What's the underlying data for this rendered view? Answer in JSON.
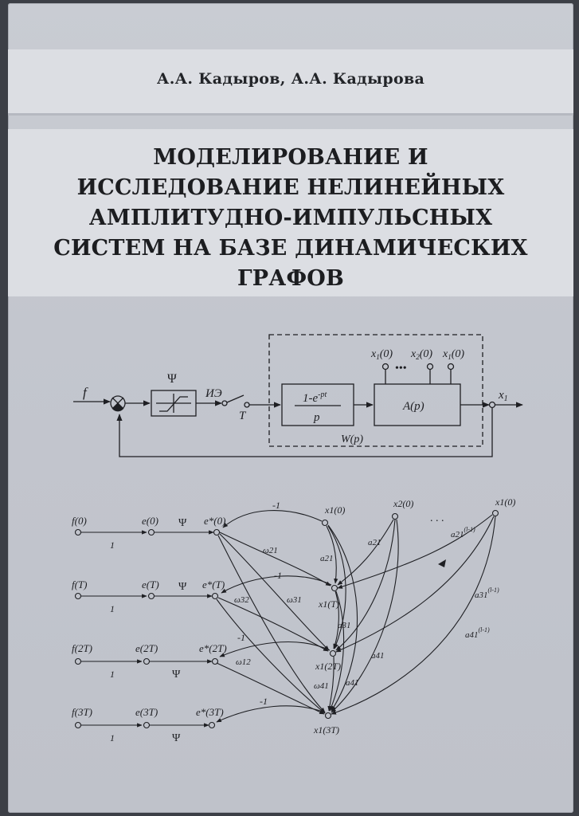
{
  "cover": {
    "authors": "А.А. Кадыров, А.А. Кадырова",
    "title_lines": [
      "МОДЕЛИРОВАНИЕ И",
      "ИССЛЕДОВАНИЕ НЕЛИНЕЙНЫХ",
      "АМПЛИТУДНО-ИМПУЛЬСНЫХ",
      "СИСТЕМ НА БАЗЕ ДИНАМИЧЕСКИХ",
      "ГРАФОВ"
    ]
  },
  "block_diagram": {
    "input": "f",
    "nonlinearity": "Ψ",
    "pulse_element": "ИЭ",
    "period": "T",
    "hold_num": "1-e",
    "hold_exp": "-pt",
    "hold_den": "p",
    "plant": "A(p)",
    "initial_conditions": [
      "x",
      "(0)"
    ],
    "ic_labels": [
      {
        "base": "x",
        "sub": "1",
        "tail": "(0)"
      },
      {
        "base": "x",
        "sub": "2",
        "tail": "(0)"
      },
      {
        "base": "x",
        "sub": "1",
        "tail": "(0)"
      }
    ],
    "ellipsis": "•••",
    "output": {
      "base": "x",
      "sub": "1"
    },
    "group_label": "W(p)"
  },
  "graph": {
    "inputs": [
      "f(0)",
      "f(T)",
      "f(2T)",
      "f(3T)"
    ],
    "errors": [
      "e(0)",
      "e(T)",
      "e(2T)",
      "e(3T)"
    ],
    "samples": [
      "e*(0)",
      "e*(T)",
      "e*(2T)",
      "e*(3T)"
    ],
    "gain": "1",
    "psi": "Ψ",
    "feedback": "-1",
    "states": [
      "x1(0)",
      "x1(T)",
      "x1(2T)",
      "x1(3T)"
    ],
    "top_states": [
      "x2(0)",
      "x1(0)"
    ],
    "top_ellipsis": ". . .",
    "weights": [
      "ω21",
      "ω31",
      "ω32",
      "ω12",
      "ω41"
    ],
    "coeffs": [
      "a21",
      "a31",
      "a41"
    ],
    "dot_coeffs": [
      "a21",
      "a41"
    ],
    "l_coeffs": [
      "a21",
      "a31",
      "a41"
    ],
    "l_sup": "(l-1)"
  }
}
